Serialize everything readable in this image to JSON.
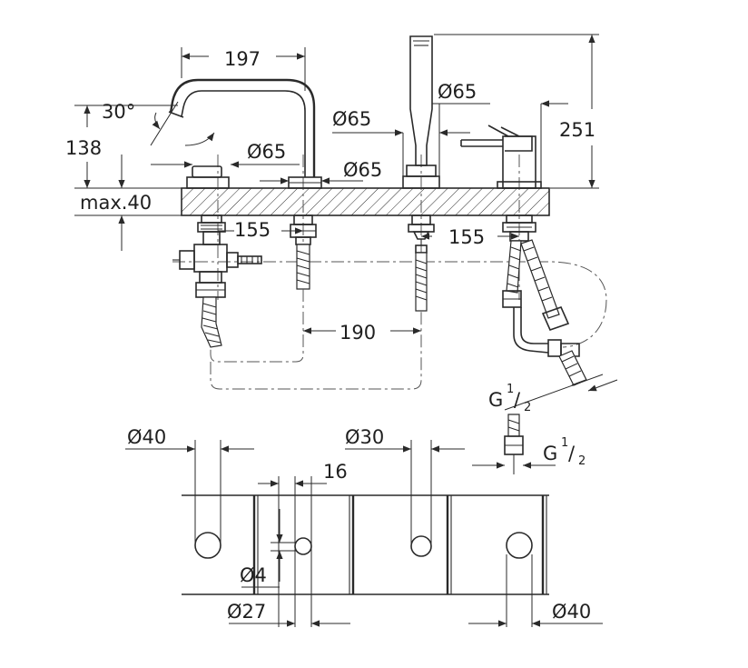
{
  "dimensions": {
    "spout_reach": "197",
    "spout_angle": "30°",
    "spout_height": "138",
    "max_deck": "max.40",
    "dia_65_a": "Ø65",
    "dia_65_b": "Ø65",
    "dia_65_c": "Ø65",
    "dia_65_d": "Ø65",
    "overall_height": "251",
    "spacing_155_a": "155",
    "spacing_155_b": "155",
    "spacing_190": "190",
    "thread_a_main": "G",
    "thread_a_num": "1",
    "thread_a_den": "2",
    "thread_b_main": "G",
    "thread_b_num": "1",
    "thread_b_den": "2",
    "hole_40_a": "Ø40",
    "hole_30": "Ø30",
    "gap_16": "16",
    "hole_4": "Ø4",
    "hole_27": "Ø27",
    "hole_40_b": "Ø40"
  }
}
